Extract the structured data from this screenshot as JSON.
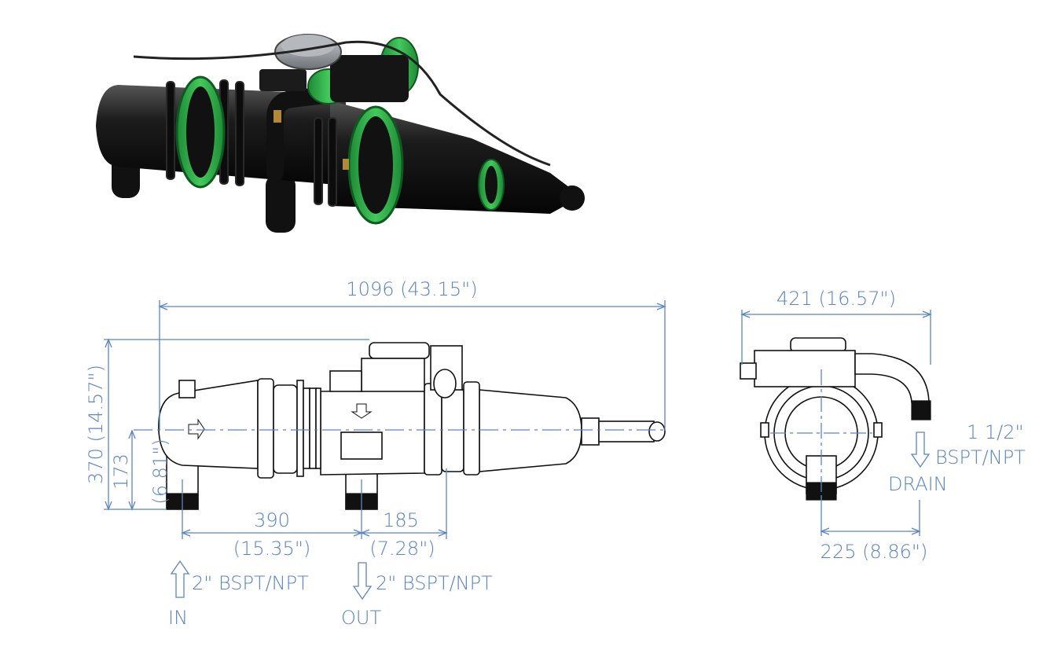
{
  "dimensions": {
    "overall_length": "1096 (43.15\")",
    "height_total": "370 (14.57\")",
    "height_mm": "173",
    "height_in": "(6.81\")",
    "inlet_outlet_spacing_mm": "390",
    "inlet_outlet_spacing_in": "(15.35\")",
    "outlet_offset_mm": "185",
    "outlet_offset_in": "(7.28\")",
    "end_width": "421 (16.57\")",
    "drain_offset": "225 (8.86\")"
  },
  "ports": {
    "inlet_size": "2\" BSPT/NPT",
    "inlet_label": "IN",
    "outlet_size": "2\" BSPT/NPT",
    "outlet_label": "OUT",
    "drain_size_line1": "1 1/2\"",
    "drain_size_line2": "BSPT/NPT",
    "drain_label": "DRAIN"
  },
  "colors": {
    "dimension": "#5b84c4",
    "clamp_green": "#2fb34a",
    "body_black": "#1a1a1a"
  }
}
